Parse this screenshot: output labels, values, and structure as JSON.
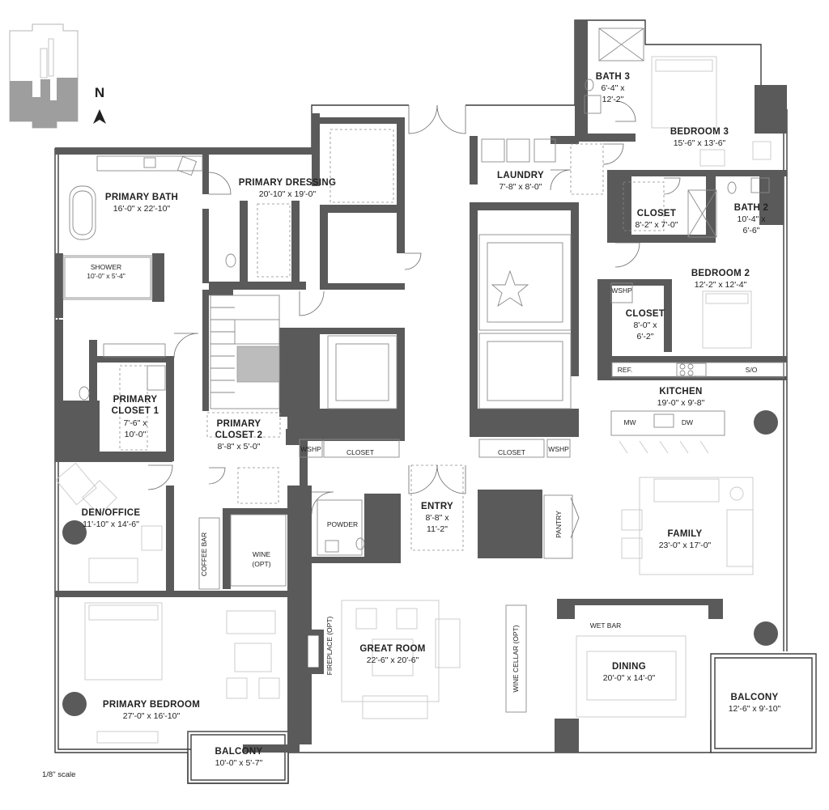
{
  "north_label": "N",
  "scale_note": "1/8\" scale",
  "colors": {
    "wall": "#5a5a5a",
    "background": "#ffffff",
    "key_plan_fill": "#9e9e9e",
    "text": "#222222"
  },
  "rooms": {
    "primary_bath": {
      "name": "PRIMARY BATH",
      "dims": "16'-0\" x 22'-10\""
    },
    "primary_dressing": {
      "name": "PRIMARY DRESSING",
      "dims": "20'-10\" x 19'-0\""
    },
    "laundry": {
      "name": "LAUNDRY",
      "dims": "7'-8\" x 8'-0\""
    },
    "bath3": {
      "name": "BATH 3",
      "dims1": "6'-4\" x",
      "dims2": "12'-2\""
    },
    "bedroom3": {
      "name": "BEDROOM 3",
      "dims": "15'-6\" x 13'-6\""
    },
    "closet_top": {
      "name": "CLOSET",
      "dims": "8'-2\" x 7'-0\""
    },
    "bath2": {
      "name": "BATH 2",
      "dims1": "10'-4\" x",
      "dims2": "6'-6\""
    },
    "bedroom2": {
      "name": "BEDROOM 2",
      "dims": "12'-2\" x 12'-4\""
    },
    "closet_mid": {
      "name": "CLOSET",
      "dims1": "8'-0\" x",
      "dims2": "6'-2\""
    },
    "shower": {
      "name": "SHOWER",
      "dims": "10'-0\" x 5'-4\""
    },
    "primary_closet1": {
      "name1": "PRIMARY",
      "name2": "CLOSET 1",
      "dims1": "7'-6\" x",
      "dims2": "10'-0\""
    },
    "primary_closet2": {
      "name1": "PRIMARY",
      "name2": "CLOSET 2",
      "dims": "8'-8\" x 5'-0\""
    },
    "kitchen": {
      "name": "KITCHEN",
      "dims": "19'-0\" x 9'-8\""
    },
    "entry": {
      "name": "ENTRY",
      "dims1": "8'-8\" x",
      "dims2": "11'-2\""
    },
    "den_office": {
      "name": "DEN/OFFICE",
      "dims": "11'-10\" x 14'-6\""
    },
    "family": {
      "name": "FAMILY",
      "dims": "23'-0\" x 17'-0\""
    },
    "great_room": {
      "name": "GREAT ROOM",
      "dims": "22'-6\" x 20'-6\""
    },
    "dining": {
      "name": "DINING",
      "dims": "20'-0\" x 14'-0\""
    },
    "primary_bedroom": {
      "name": "PRIMARY BEDROOM",
      "dims": "27'-0\" x 16'-10\""
    },
    "balcony_small": {
      "name": "BALCONY",
      "dims": "10'-0\" x 5'-7\""
    },
    "balcony_large": {
      "name": "BALCONY",
      "dims": "12'-6\" x 9'-10\""
    }
  },
  "labels": {
    "wshp_left": "WSHP",
    "wshp_right": "WSHP",
    "wshp_bed2": "WSHP",
    "closet_left": "CLOSET",
    "closet_right": "CLOSET",
    "powder": "POWDER",
    "wine": "WINE",
    "wine_opt": "(OPT)",
    "coffee_bar": "COFFEE BAR",
    "pantry": "PANTRY",
    "ref": "REF.",
    "so": "S/O",
    "mw": "MW",
    "dw": "DW",
    "wet_bar": "WET BAR",
    "fireplace": "FIREPLACE (OPT)",
    "wine_cellar": "WINE CELLAR (OPT)"
  }
}
